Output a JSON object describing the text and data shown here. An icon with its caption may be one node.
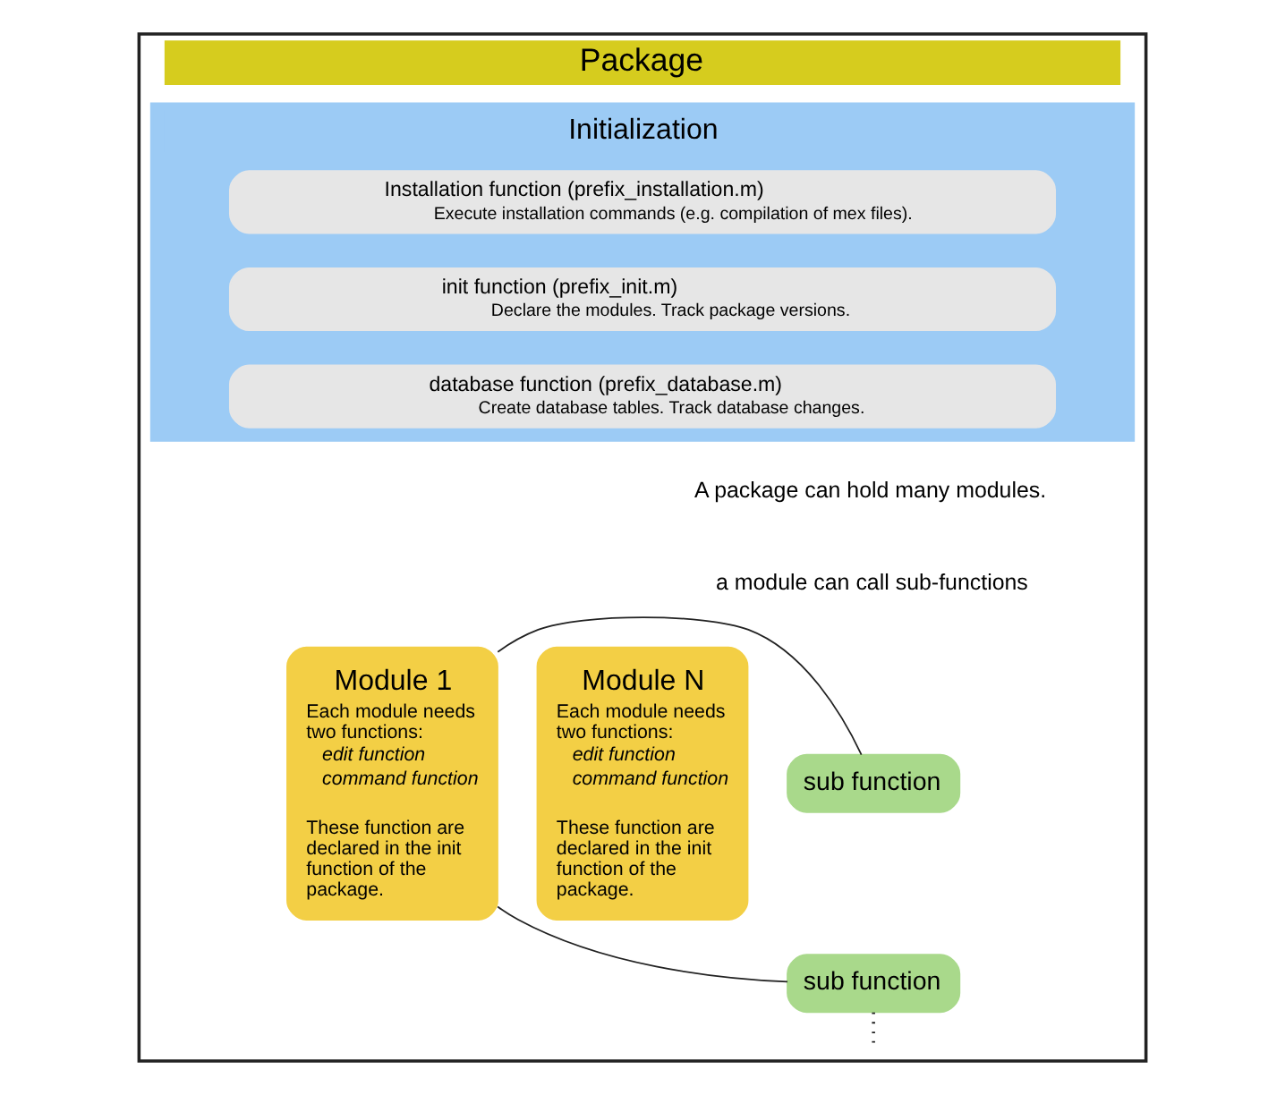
{
  "diagram": {
    "nodes": [
      {
        "text": [
          "Package"
        ]
      },
      {
        "text": [
          "Initialization"
        ],
        "in": 0
      },
      {
        "text": [
          "Installation function (prefix_installation.m)",
          "Execute installation commands (e.g. compilation of mex files)."
        ],
        "in": 1
      },
      {
        "text": [
          "init function (prefix_init.m)",
          "Declare the modules. Track package versions."
        ],
        "in": 1
      },
      {
        "text": [
          "database function (prefix_database.m)",
          "Create database tables. Track database changes."
        ],
        "in": 1
      },
      {
        "text": [
          "Module 1",
          "Each module needs two functions:",
          "edit function",
          "command function",
          "These function are declared in the init function of the package."
        ],
        "in": 0
      },
      {
        "text": [
          "sub function"
        ],
        "in": 0
      },
      {
        "text": [
          "sub function"
        ],
        "in": 0
      },
      {
        "text": [
          "Module N",
          "Each module needs two functions:",
          "edit function",
          "command function",
          "These function are declared in the init function of the package."
        ],
        "in": 0
      }
    ],
    "edges": [
      {
        "from": 5,
        "to": 6,
        "arrow": "none"
      },
      {
        "from": 5,
        "to": 7,
        "arrow": "none"
      },
      {
        "from": 7,
        "to": null,
        "arrow": "none",
        "style": "dashed"
      }
    ],
    "labels": [
      "A package can hold many modules.",
      "a module can call sub-functions"
    ]
  }
}
